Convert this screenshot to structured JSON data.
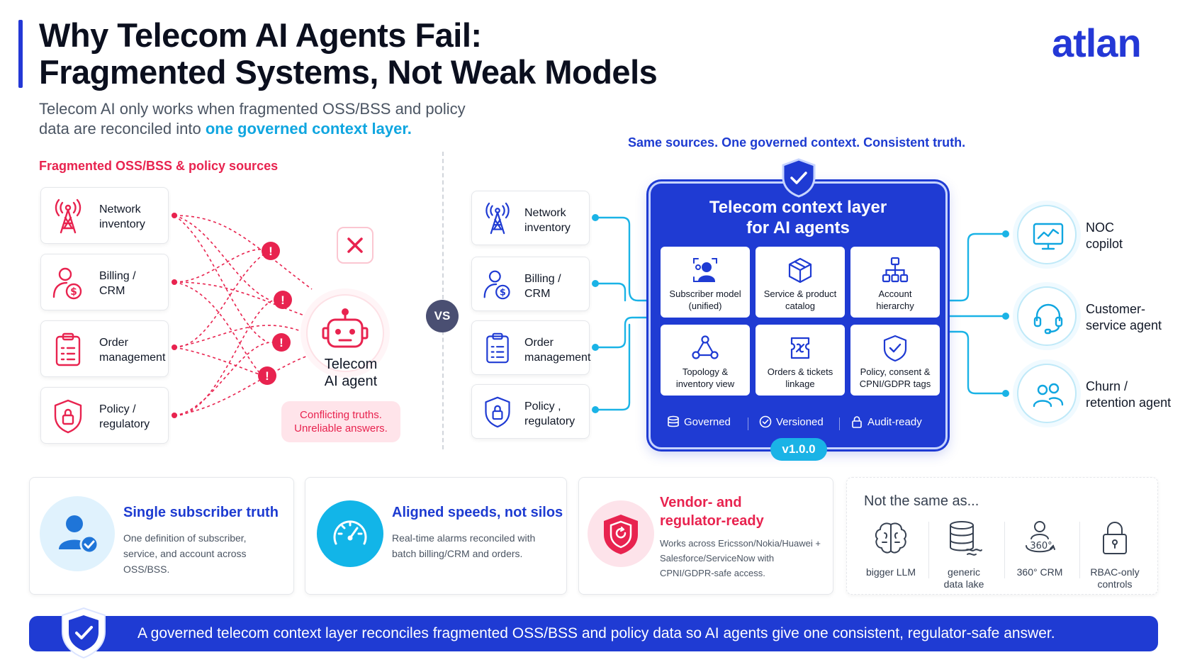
{
  "header": {
    "title_line1": "Why Telecom AI Agents Fail:",
    "title_line2": "Fragmented Systems, Not Weak Models",
    "subtitle_prefix": "Telecom AI only works when fragmented OSS/BSS and policy data are reconciled into ",
    "subtitle_highlight": "one governed context layer.",
    "logo": "atlan"
  },
  "left": {
    "section_label": "Fragmented OSS/BSS & policy sources",
    "sources": [
      {
        "line1": "Network",
        "line2": "inventory",
        "icon": "tower-icon"
      },
      {
        "line1": "Billing /",
        "line2": "CRM",
        "icon": "billing-user-icon"
      },
      {
        "line1": "Order",
        "line2": "management",
        "icon": "clipboard-icon"
      },
      {
        "line1": "Policy /",
        "line2": "regulatory",
        "icon": "shield-lock-icon"
      }
    ],
    "agent_line1": "Telecom",
    "agent_line2": "AI agent",
    "conflict_line1": "Conflicting truths.",
    "conflict_line2": "Unreliable answers.",
    "warning_glyph": "!",
    "x_glyph": "✕"
  },
  "vs": "VS",
  "right": {
    "tagline": "Same sources. One governed context. Consistent truth.",
    "sources": [
      {
        "line1": "Network",
        "line2": "inventory"
      },
      {
        "line1": "Billing /",
        "line2": "CRM"
      },
      {
        "line1": "Order",
        "line2": "management"
      },
      {
        "line1": "Policy ,",
        "line2": "regulatory"
      }
    ],
    "context_title_line1": "Telecom context layer",
    "context_title_line2": "for AI agents",
    "cells": [
      {
        "line1": "Subscriber model",
        "line2": "(unified)",
        "icon": "subscriber-icon"
      },
      {
        "line1": "Service & product",
        "line2": "catalog",
        "icon": "cube-icon"
      },
      {
        "line1": "Account",
        "line2": "hierarchy",
        "icon": "hierarchy-icon"
      },
      {
        "line1": "Topology &",
        "line2": "inventory view",
        "icon": "topology-icon"
      },
      {
        "line1": "Orders & tickets",
        "line2": "linkage",
        "icon": "ticket-link-icon"
      },
      {
        "line1": "Policy, consent &",
        "line2": "CPNI/GDPR tags",
        "icon": "shield-check-icon"
      }
    ],
    "badges": [
      "Governed",
      "Versioned",
      "Audit-ready"
    ],
    "version": "v1.0.0",
    "agents": [
      {
        "line1": "NOC",
        "line2": "copilot",
        "icon": "monitor-chart-icon"
      },
      {
        "line1": "Customer-",
        "line2": "service agent",
        "icon": "headset-icon"
      },
      {
        "line1": "Churn /",
        "line2": "retention agent",
        "icon": "users-icon"
      }
    ]
  },
  "cards": [
    {
      "title": "Single subscriber truth",
      "body_line1": "One definition of subscriber,",
      "body_line2": "service, and account across OSS/BSS."
    },
    {
      "title": "Aligned speeds, not silos",
      "body_line1": "Real-time alarms reconciled with",
      "body_line2": "batch billing/CRM and orders."
    },
    {
      "title_line1": "Vendor- and",
      "title_line2": "regulator-ready",
      "body_line1": "Works across Ericsson/Nokia/Huawei +",
      "body_line2": "Salesforce/ServiceNow with",
      "body_line3": "CPNI/GDPR-safe access."
    }
  ],
  "not_same": {
    "title": "Not the same as...",
    "items": [
      {
        "line1": "bigger LLM",
        "line2": "",
        "icon": "brain-icon"
      },
      {
        "line1": "generic",
        "line2": "data lake",
        "icon": "database-icon"
      },
      {
        "line1": "360° CRM",
        "line2": "",
        "icon": "crm-360-icon"
      },
      {
        "line1": "RBAC-only",
        "line2": "controls",
        "icon": "padlock-icon"
      }
    ],
    "crm_glyph": "360°"
  },
  "banner": "A governed telecom context layer reconciles fragmented OSS/BSS and policy data so AI agents give one consistent, regulator-safe answer.",
  "colors": {
    "brand_blue": "#1f3bd3",
    "alert_red": "#e8234f",
    "cyan": "#1ab3e6",
    "slate": "#4a4f72"
  }
}
